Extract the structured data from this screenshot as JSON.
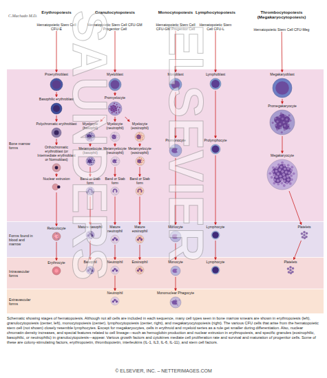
{
  "diagram": {
    "caption": "Schematic showing stages of hematopoiesis. Although not all cells are included in each sequence, many cell types seen in bone marrow smears are shown in erythropoiesis (left), granulocytopoiesis (center, left), monocytopoiesis (center), lymphocytopoiesis (center, right), and megakaryocytopoiesis (right). The various CFU cells that arise from the hematopoietic stem cell (not shown) closely resemble lymphocytes. Except for megakaryocytes, cells in erythroid and myeloid series as a rule get smaller during differentiation. Also, nuclear chromatin density increases, and special features related to cell lineage—such as hemoglobin production and nuclear extrusion in erythropoiesis, and specific granules (eosinophilic, basophilic, or neutrophilic) in granulocytopoiesis—appear. Various growth factors and cytokines mediate cell proliferation rate and survival and maturation of progenitor cells. Some of these are colony-stimulating factors, erythropoietin, thrombopoietin, interleukins (IL-1, IL3, IL-6, IL-11), and stem cell factors.",
    "nodes": [
      {
        "text": [
          "Bone marrow forms"
        ]
      },
      {
        "text": [
          "Forms found in blood and marrow"
        ]
      },
      {
        "text": [
          "Intravascular forms"
        ]
      },
      {
        "text": [
          "Extravascular forms"
        ]
      },
      {
        "text": [
          "Erythropoiesis",
          "Hematopoietic Stem Cell CFU-E"
        ]
      },
      {
        "text": [
          "Granulocytopoiesis",
          "Hematopoietic Stem Cell CFU-GM Progenitor Cell"
        ]
      },
      {
        "text": [
          "Monocytopoiesis",
          "Hematopoietic Stem Cell CFU-GM Progenitor Cell"
        ]
      },
      {
        "text": [
          "Lymphocytopoiesis",
          "Hematopoietic Stem Cell CFU-L"
        ]
      },
      {
        "text": [
          "Thrombocytopoiesis (Megakaryocytopoiesis)",
          "Hematopoietic Stem Cell CFU-Meg"
        ]
      },
      {
        "text": [
          "Proerythroblast"
        ],
        "in": 0
      },
      {
        "text": [
          "Basophilic erythroblast"
        ],
        "in": 0
      },
      {
        "text": [
          "Polychromatic erythroblast"
        ],
        "in": 0
      },
      {
        "text": [
          "Orthochromatic erythroblast (or Intermediate erythroblast or Normoblast)"
        ],
        "in": 0
      },
      {
        "text": [
          "Nuclear extrusion"
        ],
        "in": 0
      },
      {
        "text": [
          "Reticulocyte"
        ],
        "in": 1
      },
      {
        "text": [
          "Erythrocyte"
        ],
        "in": 2
      },
      {
        "text": [
          "Myeloblast"
        ],
        "in": 0
      },
      {
        "text": [
          "Promyelocyte"
        ],
        "in": 0
      },
      {
        "text": [
          "Myelocyte (basophil)"
        ],
        "in": 0
      },
      {
        "text": [
          "Myelocyte (neutrophil)"
        ],
        "in": 0
      },
      {
        "text": [
          "Myelocyte (eosinophil)"
        ],
        "in": 0
      },
      {
        "text": [
          "Metamyelocyte (basophil)"
        ],
        "in": 0
      },
      {
        "text": [
          "Metamyelocyte (neutrophil)"
        ],
        "in": 0
      },
      {
        "text": [
          "Metamyelocyte (eosinophil)"
        ],
        "in": 0
      },
      {
        "text": [
          "Band or Stab form"
        ],
        "in": 0
      },
      {
        "text": [
          "Band or Stab form"
        ],
        "in": 0
      },
      {
        "text": [
          "Band or Stab form"
        ],
        "in": 0
      },
      {
        "text": [
          "Mature basophil"
        ],
        "in": 1
      },
      {
        "text": [
          "Mature neutrophil"
        ],
        "in": 1
      },
      {
        "text": [
          "Mature eosinophil"
        ],
        "in": 1
      },
      {
        "text": [
          "Basophil"
        ],
        "in": 2
      },
      {
        "text": [
          "Neutrophil"
        ],
        "in": 2
      },
      {
        "text": [
          "Eosinophil"
        ],
        "in": 2
      },
      {
        "text": [
          "Neutrophil"
        ],
        "in": 3
      },
      {
        "text": [
          "Monoblast"
        ],
        "in": 0
      },
      {
        "text": [
          "Promonocyte"
        ],
        "in": 0
      },
      {
        "text": [
          "Monocyte"
        ],
        "in": 1
      },
      {
        "text": [
          "Monocyte"
        ],
        "in": 2
      },
      {
        "text": [
          "Mononuclear Phagocyte"
        ],
        "in": 3
      },
      {
        "text": [
          "Lymphoblast"
        ],
        "in": 0
      },
      {
        "text": [
          "Prolymphocyte"
        ],
        "in": 0
      },
      {
        "text": [
          "Lymphocyte"
        ],
        "in": 1
      },
      {
        "text": [
          "Lymphocyte"
        ],
        "in": 2
      },
      {
        "text": [
          "Megakaryoblast"
        ],
        "in": 0
      },
      {
        "text": [
          "Promegakaryocyte"
        ],
        "in": 0
      },
      {
        "text": [
          "Megakaryocyte"
        ],
        "in": 0
      },
      {
        "text": [
          "Platelets"
        ],
        "in": 1
      },
      {
        "text": [
          "Platelets"
        ],
        "in": 2
      }
    ],
    "edges": [
      {
        "from": 4,
        "to": 9,
        "arrow": "to"
      },
      {
        "from": 9,
        "to": 10,
        "arrow": "to"
      },
      {
        "from": 10,
        "to": 11,
        "arrow": "to"
      },
      {
        "from": 11,
        "to": 12,
        "arrow": "to"
      },
      {
        "from": 12,
        "to": 13,
        "arrow": "to"
      },
      {
        "from": 13,
        "to": 14,
        "arrow": "to"
      },
      {
        "from": 14,
        "to": 15,
        "arrow": "to"
      },
      {
        "from": 5,
        "to": 16,
        "arrow": "to"
      },
      {
        "from": 16,
        "to": 17,
        "arrow": "to"
      },
      {
        "from": 17,
        "to": 18,
        "arrow": "to"
      },
      {
        "from": 17,
        "to": 19,
        "arrow": "to"
      },
      {
        "from": 17,
        "to": 20,
        "arrow": "to"
      },
      {
        "from": 18,
        "to": 21,
        "arrow": "to"
      },
      {
        "from": 19,
        "to": 22,
        "arrow": "to"
      },
      {
        "from": 20,
        "to": 23,
        "arrow": "to"
      },
      {
        "from": 21,
        "to": 24,
        "arrow": "to"
      },
      {
        "from": 22,
        "to": 25,
        "arrow": "to"
      },
      {
        "from": 23,
        "to": 26,
        "arrow": "to"
      },
      {
        "from": 24,
        "to": 27,
        "arrow": "to"
      },
      {
        "from": 25,
        "to": 28,
        "arrow": "to"
      },
      {
        "from": 26,
        "to": 29,
        "arrow": "to"
      },
      {
        "from": 27,
        "to": 30,
        "arrow": "to"
      },
      {
        "from": 28,
        "to": 31,
        "arrow": "to"
      },
      {
        "from": 29,
        "to": 32,
        "arrow": "to"
      },
      {
        "from": 31,
        "to": 33,
        "arrow": "to"
      },
      {
        "from": 6,
        "to": 34,
        "arrow": "to"
      },
      {
        "from": 34,
        "to": 35,
        "arrow": "to"
      },
      {
        "from": 35,
        "to": 36,
        "arrow": "to"
      },
      {
        "from": 36,
        "to": 37,
        "arrow": "to"
      },
      {
        "from": 37,
        "to": 38,
        "arrow": "to"
      },
      {
        "from": 7,
        "to": 39,
        "arrow": "to"
      },
      {
        "from": 39,
        "to": 40,
        "arrow": "to"
      },
      {
        "from": 40,
        "to": 41,
        "arrow": "to"
      },
      {
        "from": 41,
        "to": 42,
        "arrow": "to"
      },
      {
        "from": 8,
        "to": 43,
        "arrow": "to"
      },
      {
        "from": 43,
        "to": 44,
        "arrow": "to"
      },
      {
        "from": 44,
        "to": 45,
        "arrow": "to"
      },
      {
        "from": 45,
        "to": 46,
        "arrow": "to"
      },
      {
        "from": 46,
        "to": 47,
        "arrow": "to"
      }
    ],
    "labels": [
      "C.Machado M.D.",
      "SAUNDERS",
      "ELSEVIER",
      "© ELSEVIER, INC. – NETTERIMAGES.COM"
    ]
  }
}
